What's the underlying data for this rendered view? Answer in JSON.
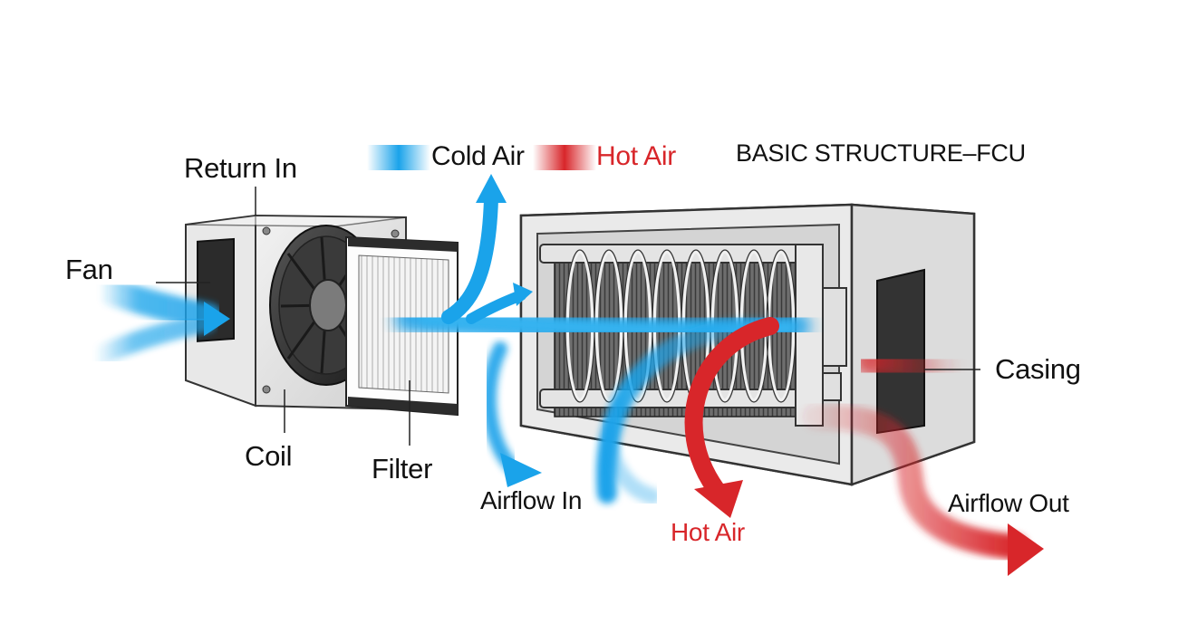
{
  "title": "BASIC STRUCTURE–FCU",
  "legend": {
    "cold": {
      "label": "Cold Air",
      "color": "#1aa3ea"
    },
    "hot": {
      "label": "Hot Air",
      "color": "#d8262a"
    }
  },
  "labels": {
    "return_in": "Return In",
    "fan": "Fan",
    "coil": "Coil",
    "filter": "Filter",
    "airflow_in": "Airflow In",
    "hot_air": "Hot Air",
    "airflow_out": "Airflow Out",
    "casing": "Casing"
  }
}
